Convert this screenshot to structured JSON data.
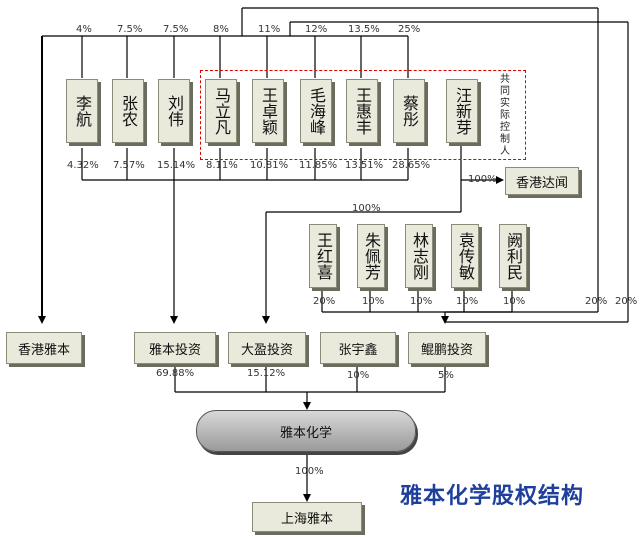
{
  "title": "雅本化学股权结构",
  "note": "共同实际控制人",
  "people_top": [
    {
      "name": "李航",
      "top_pct": "4%",
      "bottom_pct": "4.32%"
    },
    {
      "name": "张农",
      "top_pct": "7.5%",
      "bottom_pct": "7.57%"
    },
    {
      "name": "刘伟",
      "top_pct": "7.5%",
      "bottom_pct": "15.14%"
    },
    {
      "name": "马立凡",
      "top_pct": "8%",
      "bottom_pct": "8.11%"
    },
    {
      "name": "王卓颖",
      "top_pct": "11%",
      "bottom_pct": "10.81%"
    },
    {
      "name": "毛海峰",
      "top_pct": "12%",
      "bottom_pct": "11.85%"
    },
    {
      "name": "王惠丰",
      "top_pct": "13.5%",
      "bottom_pct": "13.51%"
    },
    {
      "name": "蔡彤",
      "top_pct": "25%",
      "bottom_pct": "28.65%"
    },
    {
      "name": "汪新芽",
      "top_pct": "",
      "bottom_pct": ""
    }
  ],
  "xianggang_daxin": {
    "name": "香港达闻",
    "pct": "100%"
  },
  "people_mid": [
    {
      "name": "王红喜",
      "pct": "20%"
    },
    {
      "name": "朱佩芳",
      "pct": "10%"
    },
    {
      "name": "林志刚",
      "pct": "10%"
    },
    {
      "name": "袁传敏",
      "pct": "10%"
    },
    {
      "name": "阙利民",
      "pct": "10%"
    }
  ],
  "right_pcts": [
    "20%",
    "20%"
  ],
  "dayin_pct": "100%",
  "holders": [
    {
      "name": "香港雅本",
      "pct": ""
    },
    {
      "name": "雅本投资",
      "pct": "69.88%"
    },
    {
      "name": "大盈投资",
      "pct": "15.12%"
    },
    {
      "name": "张宇鑫",
      "pct": "10%"
    },
    {
      "name": "鲲鹏投资",
      "pct": "5%"
    }
  ],
  "company": {
    "name": "雅本化学",
    "sub_pct": "100%"
  },
  "subsidiary": {
    "name": "上海雅本"
  }
}
